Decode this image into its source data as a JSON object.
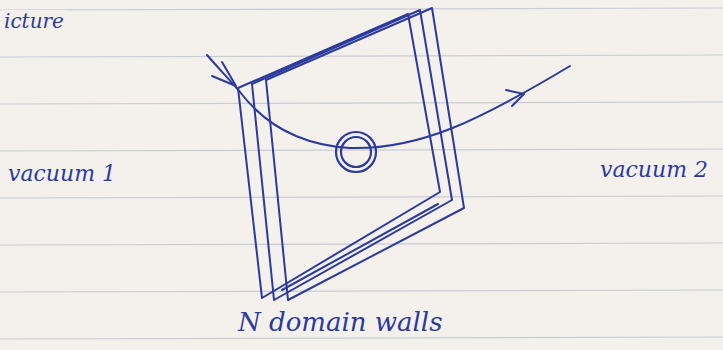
{
  "diagram": {
    "labels": [
      "icture",
      "vacuum 1",
      "vacuum 2",
      "N domain walls"
    ]
  }
}
